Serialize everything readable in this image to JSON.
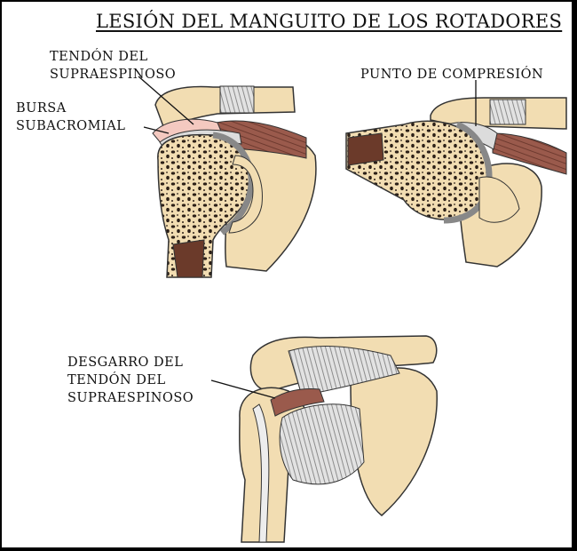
{
  "title": "LESIÓN DEL MANGUITO DE LOS ROTADORES",
  "labels": {
    "tendon_supra_line1": "TENDÓN DEL",
    "tendon_supra_line2": "SUPRAESPINOSO",
    "bursa_line1": "BURSA",
    "bursa_line2": "SUBACROMIAL",
    "compression_point": "PUNTO DE COMPRESIÓN",
    "tear_line1": "DESGARRO DEL",
    "tear_line2": "TENDÓN DEL",
    "tear_line3": "SUPRAESPINOSO"
  },
  "colors": {
    "bone": "#f2ddb2",
    "bone_dark": "#e3c58e",
    "marrow": "#2b1f17",
    "muscle": "#9a5a4c",
    "tendon": "#d9d9d9",
    "cartilage": "#9a9a9a",
    "bursa": "#f4c9c0",
    "frame": "#000000"
  }
}
